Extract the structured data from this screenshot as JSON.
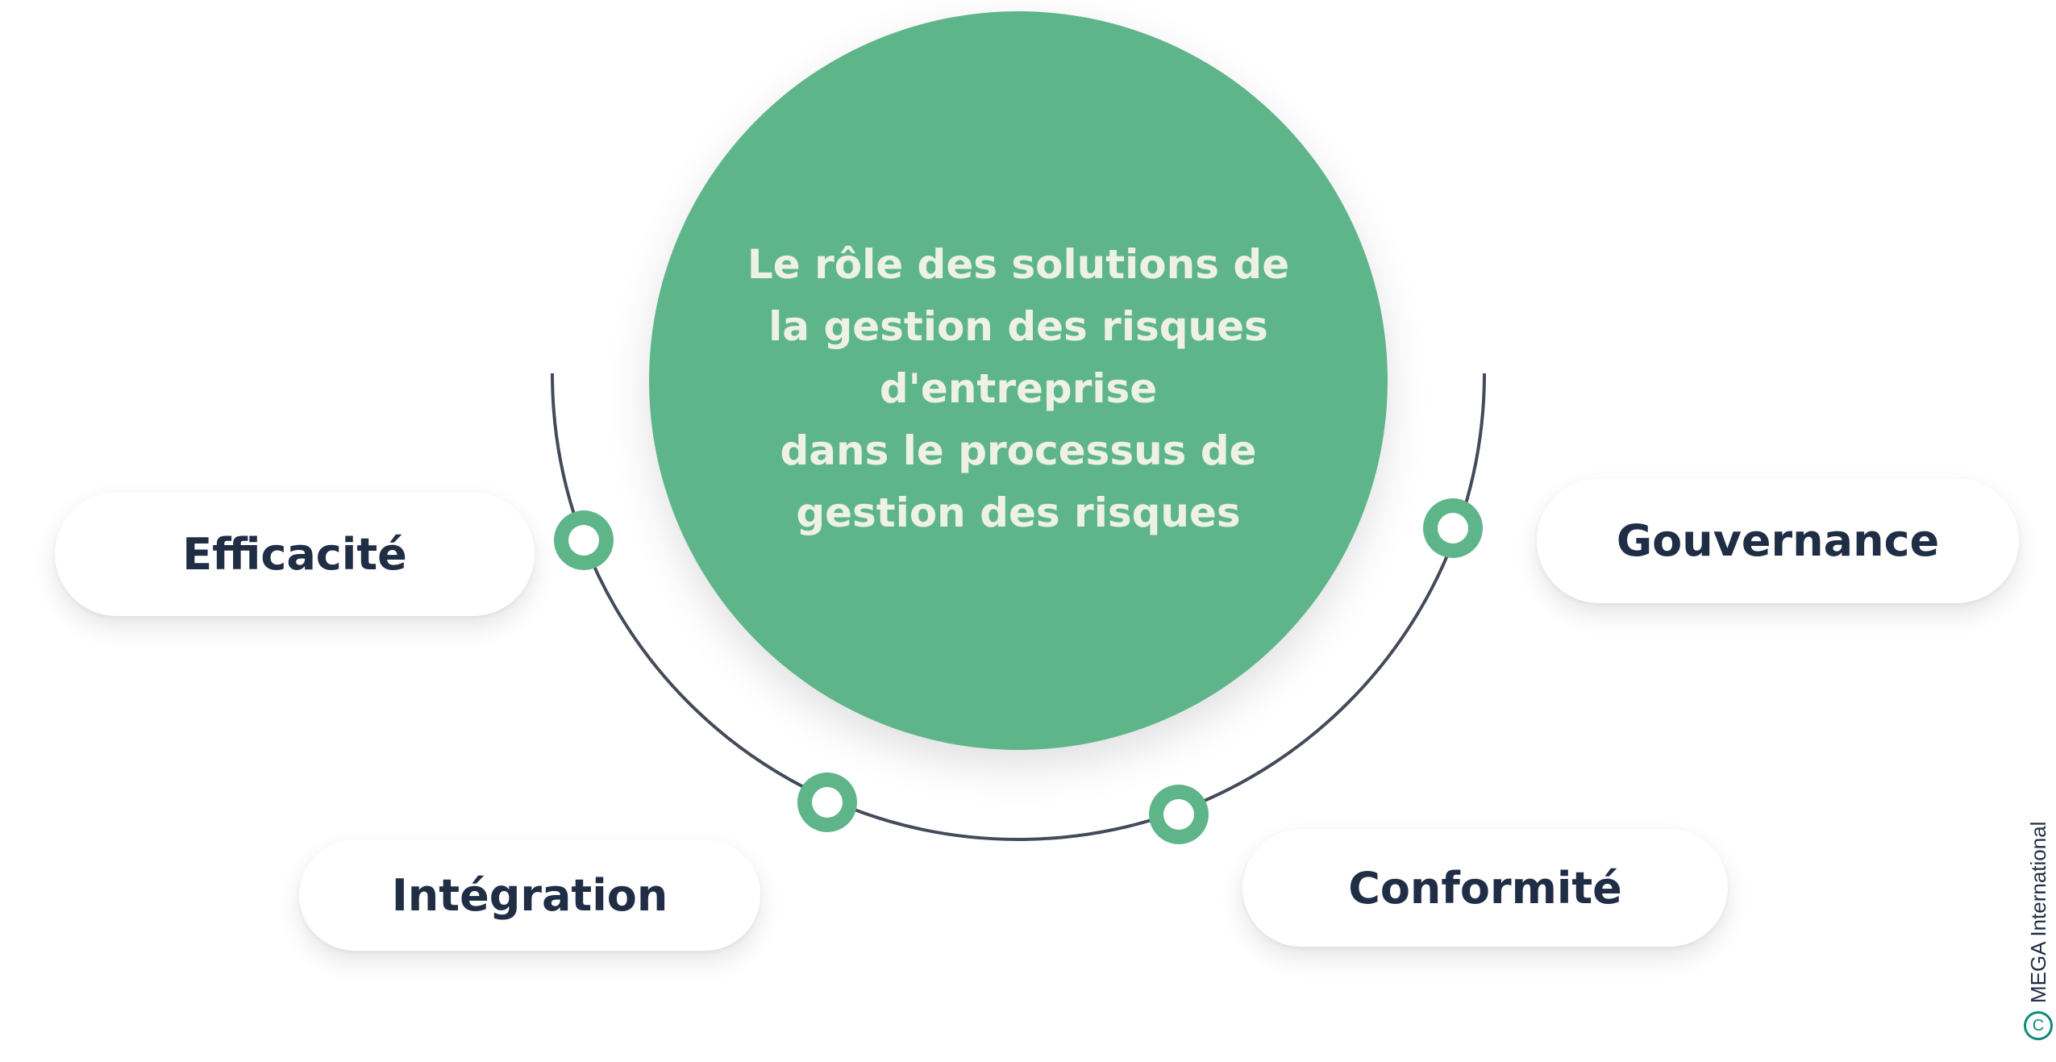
{
  "title_lines": [
    "Le rôle des solutions de",
    "la gestion des risques",
    "d'entreprise",
    "dans le processus de",
    "gestion des risques"
  ],
  "items": [
    {
      "label": "Efficacité"
    },
    {
      "label": "Gouvernance"
    },
    {
      "label": "Intégration"
    },
    {
      "label": "Conformité"
    }
  ],
  "copyright": {
    "symbol": "C",
    "text": "MEGA International"
  },
  "colors": {
    "accent": "#5fb58a",
    "text": "#1f2d45",
    "arc": "#434a5a"
  }
}
